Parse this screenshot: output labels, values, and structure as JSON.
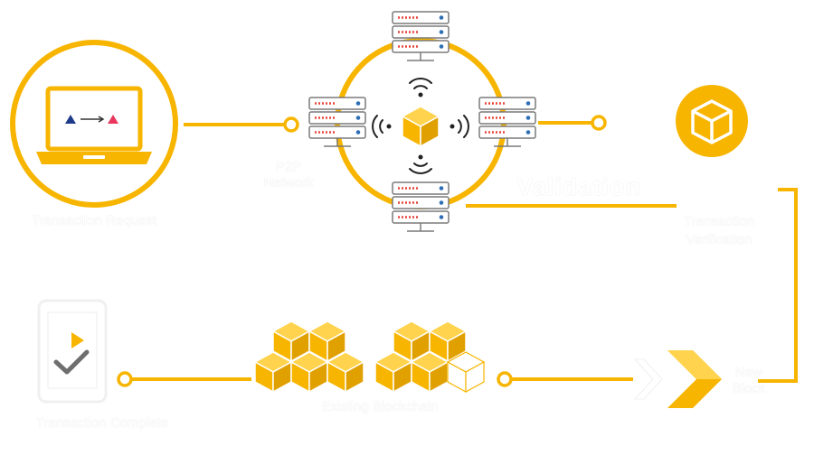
{
  "colors": {
    "accent": "#f7b500",
    "accent_dark": "#d99a00",
    "server_body": "#ffffff",
    "server_stroke": "#7a7a7a",
    "server_led": "#e8443a",
    "server_port": "#2e6fb5",
    "triangle_blue": "#1e3a8a",
    "triangle_pink": "#e8365d",
    "label_text": "#ffffff"
  },
  "labels": {
    "transaction_request": "Transaction Request",
    "p2p_network": "P2P Network",
    "validation": "Validation",
    "transaction_verification": "Transaction Verification",
    "new_block": "New Block",
    "existing_blockchain": "Existing Blockchain",
    "transaction_complete": "Transaction Complete"
  },
  "icons": {
    "laptop": "laptop-icon",
    "server": "server-icon",
    "wifi": "wifi-signal-icon",
    "cube": "block-cube-icon",
    "check": "checkmark-icon",
    "phone": "phone-icon",
    "chevron": "chevron-right-icon"
  }
}
